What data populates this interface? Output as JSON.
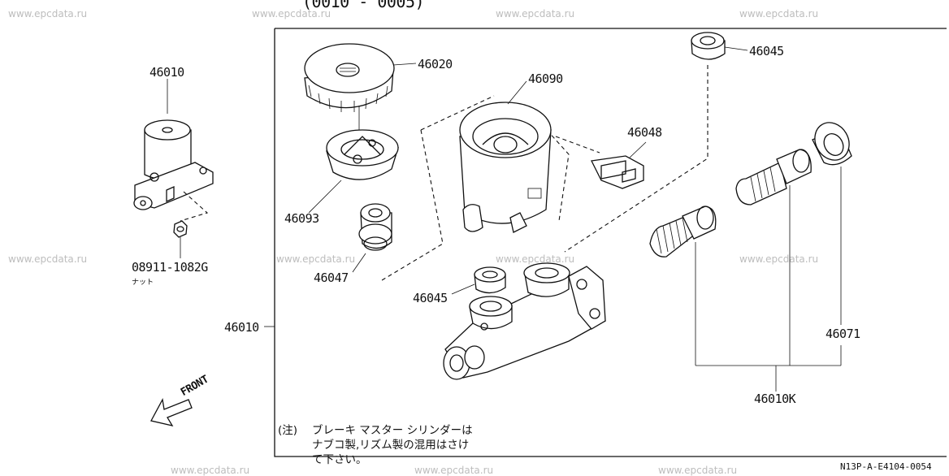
{
  "header": {
    "partial_text": "(0010 - 0005)"
  },
  "watermark": "www.epcdata.ru",
  "parts": {
    "p46010_left": "46010",
    "p46020": "46020",
    "p46090": "46090",
    "p46045_top": "46045",
    "p46048": "46048",
    "p46093": "46093",
    "p08911": "08911-1082G",
    "p08911_sub": "ナット",
    "p46047": "46047",
    "p46045_mid": "46045",
    "p46010_main": "46010",
    "p46071": "46071",
    "p46010K": "46010K"
  },
  "front_label": "FRONT",
  "note": {
    "prefix": "(注)",
    "line1": "ブレーキ マスター シリンダーは",
    "line2": "ナブコ製,リズム製の混用はさけ",
    "line3": "て下さい。"
  },
  "diagram_code": "N13P-A-E4104-0054"
}
